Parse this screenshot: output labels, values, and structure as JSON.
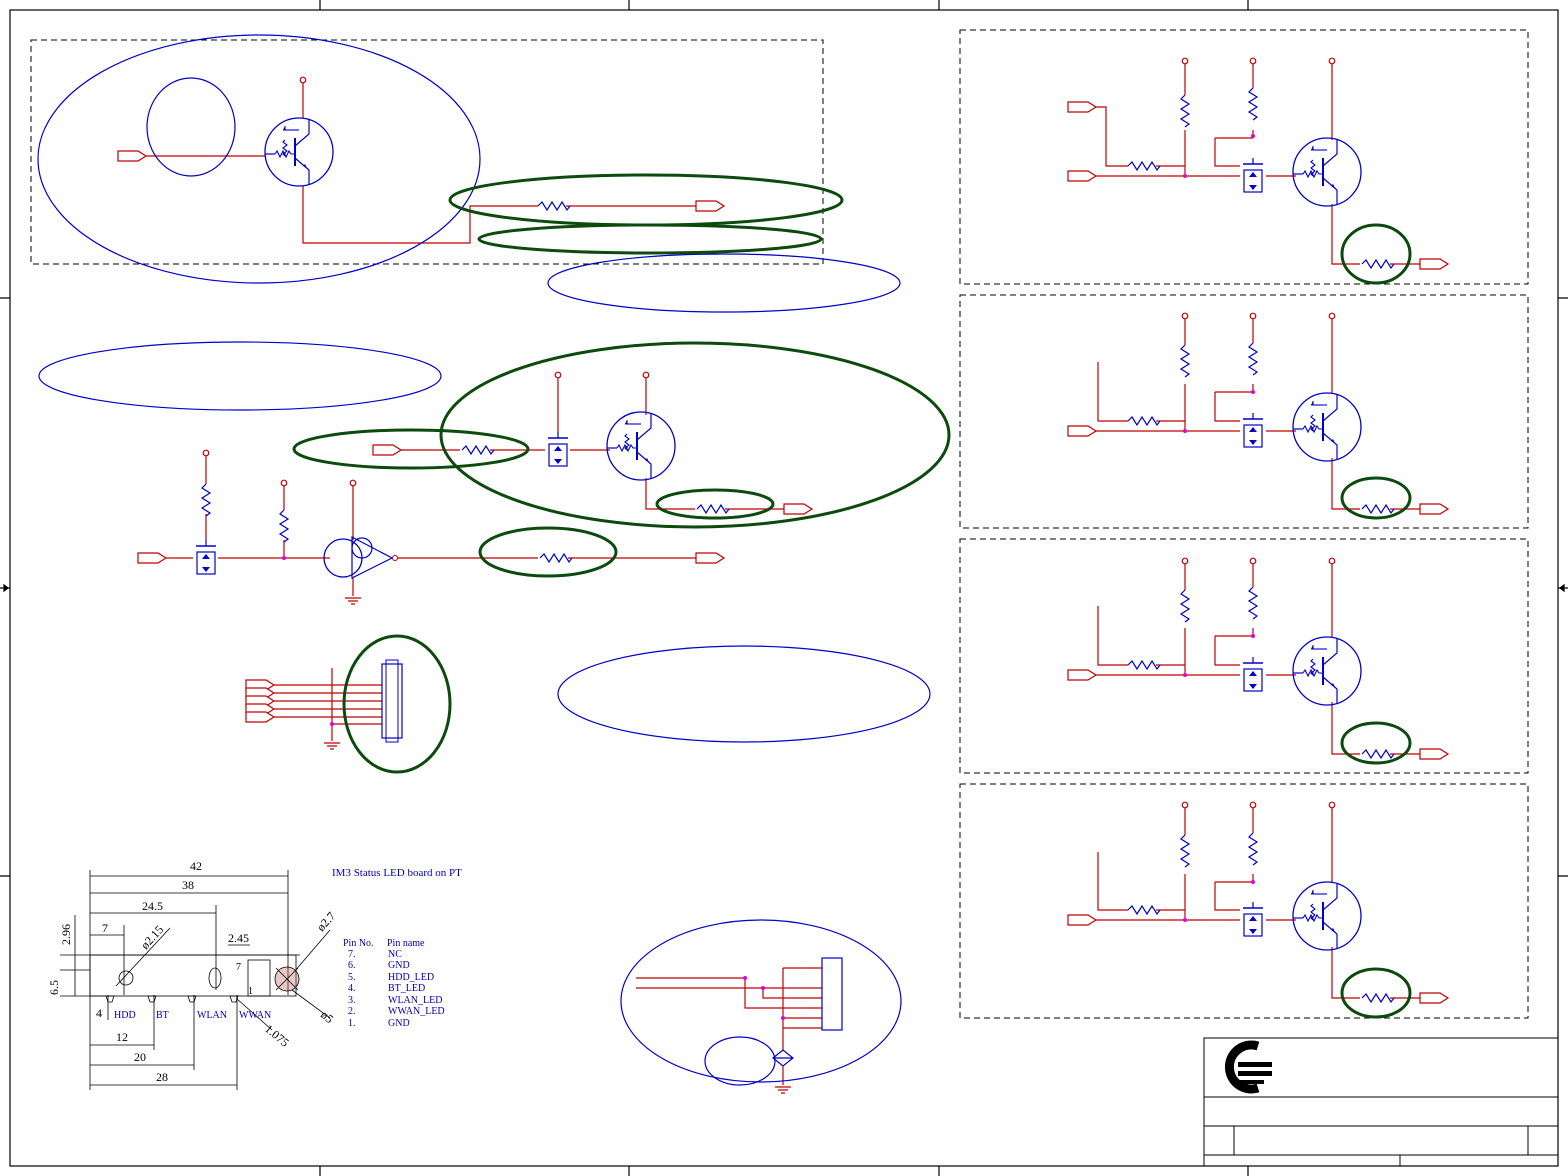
{
  "colors": {
    "wire": "#c00000",
    "component": "#0000c8",
    "junction": "#e000e0",
    "highlight_green": "#0d4a0d",
    "highlight_blue": "#0000cc",
    "border": "#000000"
  },
  "led_board": {
    "title": "IM3 Status LED board on PT",
    "dims": {
      "d42": "42",
      "d38": "38",
      "d24_5": "24.5",
      "d7": "7",
      "d2_45": "2.45",
      "d2_96": "2.96",
      "d6_5": "6.5",
      "d2_15": "ø2.15",
      "d2_7": "ø2.7",
      "d5": "ø5",
      "d1_075": "1.075",
      "d4": "4",
      "d12": "12",
      "d20": "20",
      "d28": "28",
      "pin7": "7",
      "pin1": "1"
    },
    "led_labels": [
      "HDD",
      "BT",
      "WLAN",
      "WWAN"
    ],
    "pin_header": {
      "no": "Pin No.",
      "name": "Pin name"
    },
    "pins": [
      {
        "no": "7.",
        "name": "NC"
      },
      {
        "no": "6.",
        "name": "GND"
      },
      {
        "no": "5.",
        "name": "HDD_LED"
      },
      {
        "no": "4.",
        "name": "BT_LED"
      },
      {
        "no": "3.",
        "name": "WLAN_LED"
      },
      {
        "no": "2.",
        "name": "WWAN_LED"
      },
      {
        "no": "1.",
        "name": "GND"
      }
    ]
  },
  "icons": [
    "company-logo-icon"
  ]
}
